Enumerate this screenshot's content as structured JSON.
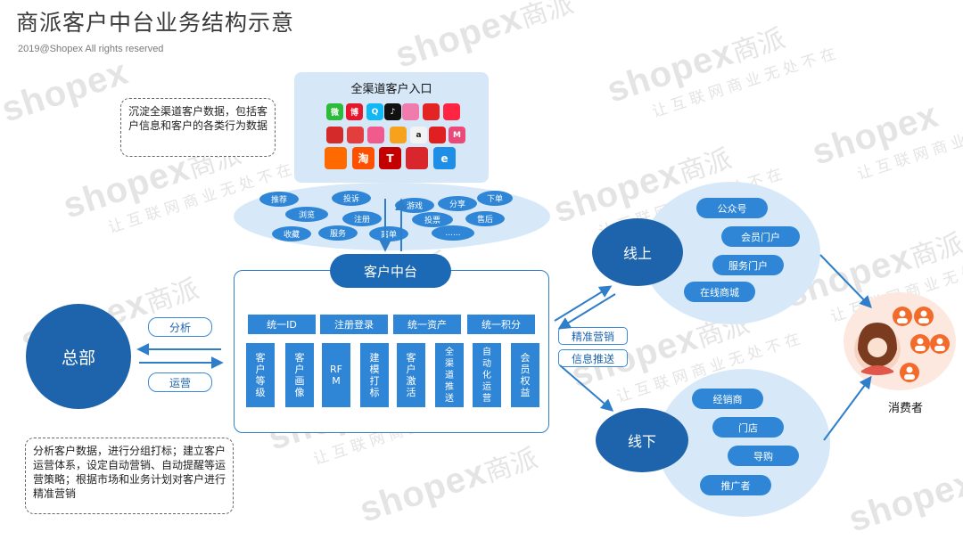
{
  "header": {
    "title": "商派客户中台业务结构示意",
    "copyright": "2019@Shopex All rights reserved"
  },
  "watermark": {
    "logo": "shopex",
    "brand": "商派",
    "slogan": "让互联网商业无处不在"
  },
  "notes": {
    "top": "沉淀全渠道客户数据，包括客户信息和客户的各类行为数据",
    "bottom": "分析客户数据，进行分组打标；建立客户运营体系，设定自动营销、自动提醒等运营策略；根据市场和业务计划对客户进行精准营销"
  },
  "channels": {
    "title": "全渠道客户入口",
    "apps": [
      {
        "icon": "wechat-icon",
        "glyph": "微",
        "color": "#2dbb3a"
      },
      {
        "icon": "weibo-icon",
        "glyph": "博",
        "color": "#e6162d"
      },
      {
        "icon": "qq-icon",
        "glyph": "Q",
        "color": "#12b7f5"
      },
      {
        "icon": "douyin-icon",
        "glyph": "♪",
        "color": "#111111"
      },
      {
        "icon": "app-icon-pink",
        "glyph": "",
        "color": "#f07cae"
      },
      {
        "icon": "toutiao-icon",
        "glyph": "",
        "color": "#e42323"
      },
      {
        "icon": "xiaohongshu-icon",
        "glyph": "",
        "color": "#ff2442"
      },
      {
        "icon": "app-icon-red-1",
        "glyph": "",
        "color": "#d42a2a"
      },
      {
        "icon": "app-icon-red-2",
        "glyph": "",
        "color": "#e33d3d"
      },
      {
        "icon": "app-icon-pink-2",
        "glyph": "",
        "color": "#f05a8c"
      },
      {
        "icon": "app-icon-orange",
        "glyph": "",
        "color": "#f6a21c"
      },
      {
        "icon": "amazon-icon",
        "glyph": "a",
        "color": "#f3f3f3"
      },
      {
        "icon": "app-icon-red-3",
        "glyph": "",
        "color": "#e02020"
      },
      {
        "icon": "app-icon-pink-3",
        "glyph": "M",
        "color": "#ea4a7a"
      },
      {
        "icon": "alibaba-icon",
        "glyph": "",
        "color": "#ff6a00"
      },
      {
        "icon": "taobao-icon",
        "glyph": "淘",
        "color": "#ff5000"
      },
      {
        "icon": "tmall-icon",
        "glyph": "T",
        "color": "#c40000"
      },
      {
        "icon": "app-icon-red-4",
        "glyph": "",
        "color": "#d9262c"
      },
      {
        "icon": "app-icon-blue",
        "glyph": "e",
        "color": "#1e8ee6"
      }
    ]
  },
  "behaviors": [
    "推荐",
    "投诉",
    "游戏",
    "分享",
    "下单",
    "浏览",
    "注册",
    "投票",
    "售后",
    "收藏",
    "服务",
    "离单",
    "......"
  ],
  "hub": {
    "title": "客户中台",
    "columns": [
      {
        "header": "统一ID",
        "features": [
          "客户等级",
          "客户画像"
        ]
      },
      {
        "header": "注册登录",
        "features": [
          "RFM",
          "建模打标"
        ]
      },
      {
        "header": "统一资产",
        "features": [
          "客户激活",
          "全渠道推送"
        ]
      },
      {
        "header": "统一积分",
        "features": [
          "自动化运营",
          "会员权益"
        ]
      }
    ]
  },
  "headquarters": {
    "label": "总部",
    "flows": [
      "分析",
      "运营"
    ]
  },
  "channels_out": {
    "tags": [
      "精准营销",
      "信息推送"
    ],
    "online": {
      "label": "线上",
      "items": [
        "公众号",
        "会员门户",
        "服务门户",
        "在线商城"
      ]
    },
    "offline": {
      "label": "线下",
      "items": [
        "经销商",
        "门店",
        "导购",
        "推广者"
      ]
    }
  },
  "consumer": {
    "label": "消费者"
  },
  "colors": {
    "primary": "#1e64ac",
    "accent": "#2f86d6",
    "light": "#d7e9f8",
    "consumer_bg": "#fde8e0",
    "person": "#f26b2a"
  }
}
